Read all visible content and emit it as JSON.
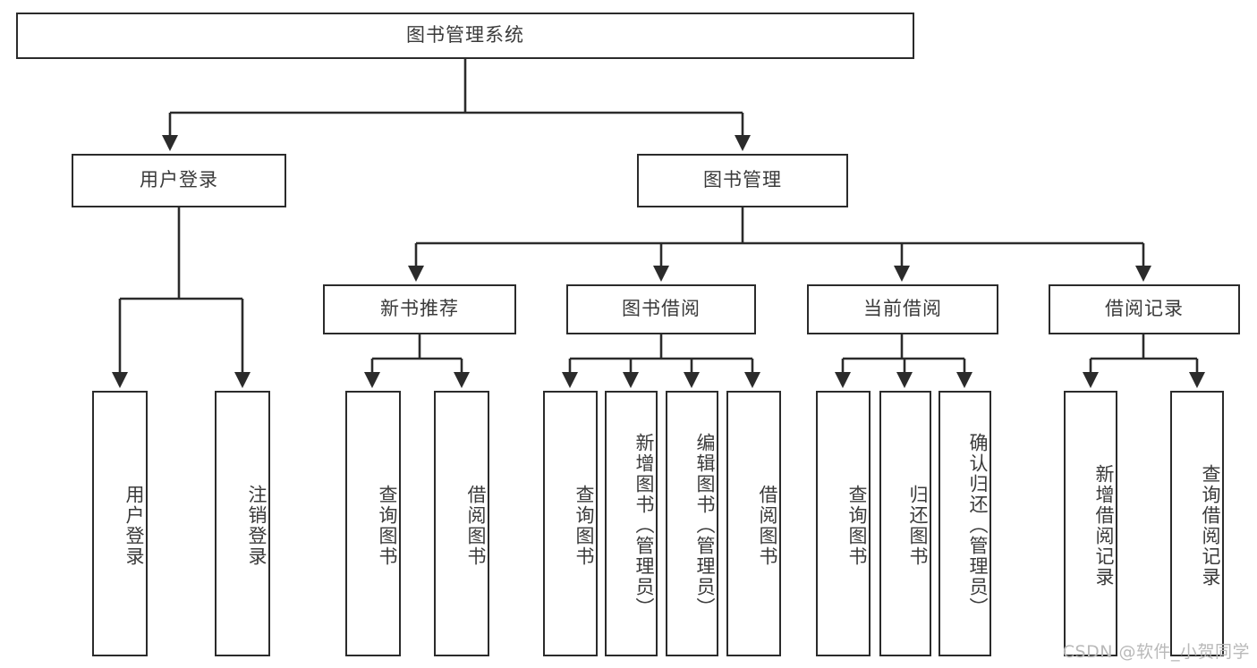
{
  "diagram": {
    "title": "图书管理系统",
    "root": {
      "label": "图书管理系统"
    },
    "level2": [
      {
        "label": "用户登录"
      },
      {
        "label": "图书管理"
      }
    ],
    "level3": [
      {
        "label": "新书推荐"
      },
      {
        "label": "图书借阅"
      },
      {
        "label": "当前借阅"
      },
      {
        "label": "借阅记录"
      }
    ],
    "leaves": {
      "user_login": [
        {
          "label": "用户登录"
        },
        {
          "label": "注销登录"
        }
      ],
      "new_book_recommend": [
        {
          "label": "查询图书"
        },
        {
          "label": "借阅图书"
        }
      ],
      "book_borrow": [
        {
          "label": "查询图书"
        },
        {
          "label": "新增图书（管理员）"
        },
        {
          "label": "编辑图书（管理员）"
        },
        {
          "label": "借阅图书"
        }
      ],
      "current_borrow": [
        {
          "label": "查询图书"
        },
        {
          "label": "归还图书"
        },
        {
          "label": "确认归还（管理员）"
        }
      ],
      "borrow_records": [
        {
          "label": "新增借阅记录"
        },
        {
          "label": "查询借阅记录"
        }
      ]
    }
  },
  "watermark": {
    "text": "CSDN @软件_小贺同学"
  },
  "colors": {
    "stroke": "#2b2b2b",
    "text": "#3a3a3a",
    "background": "#ffffff",
    "watermark": "#b9b9b9"
  }
}
